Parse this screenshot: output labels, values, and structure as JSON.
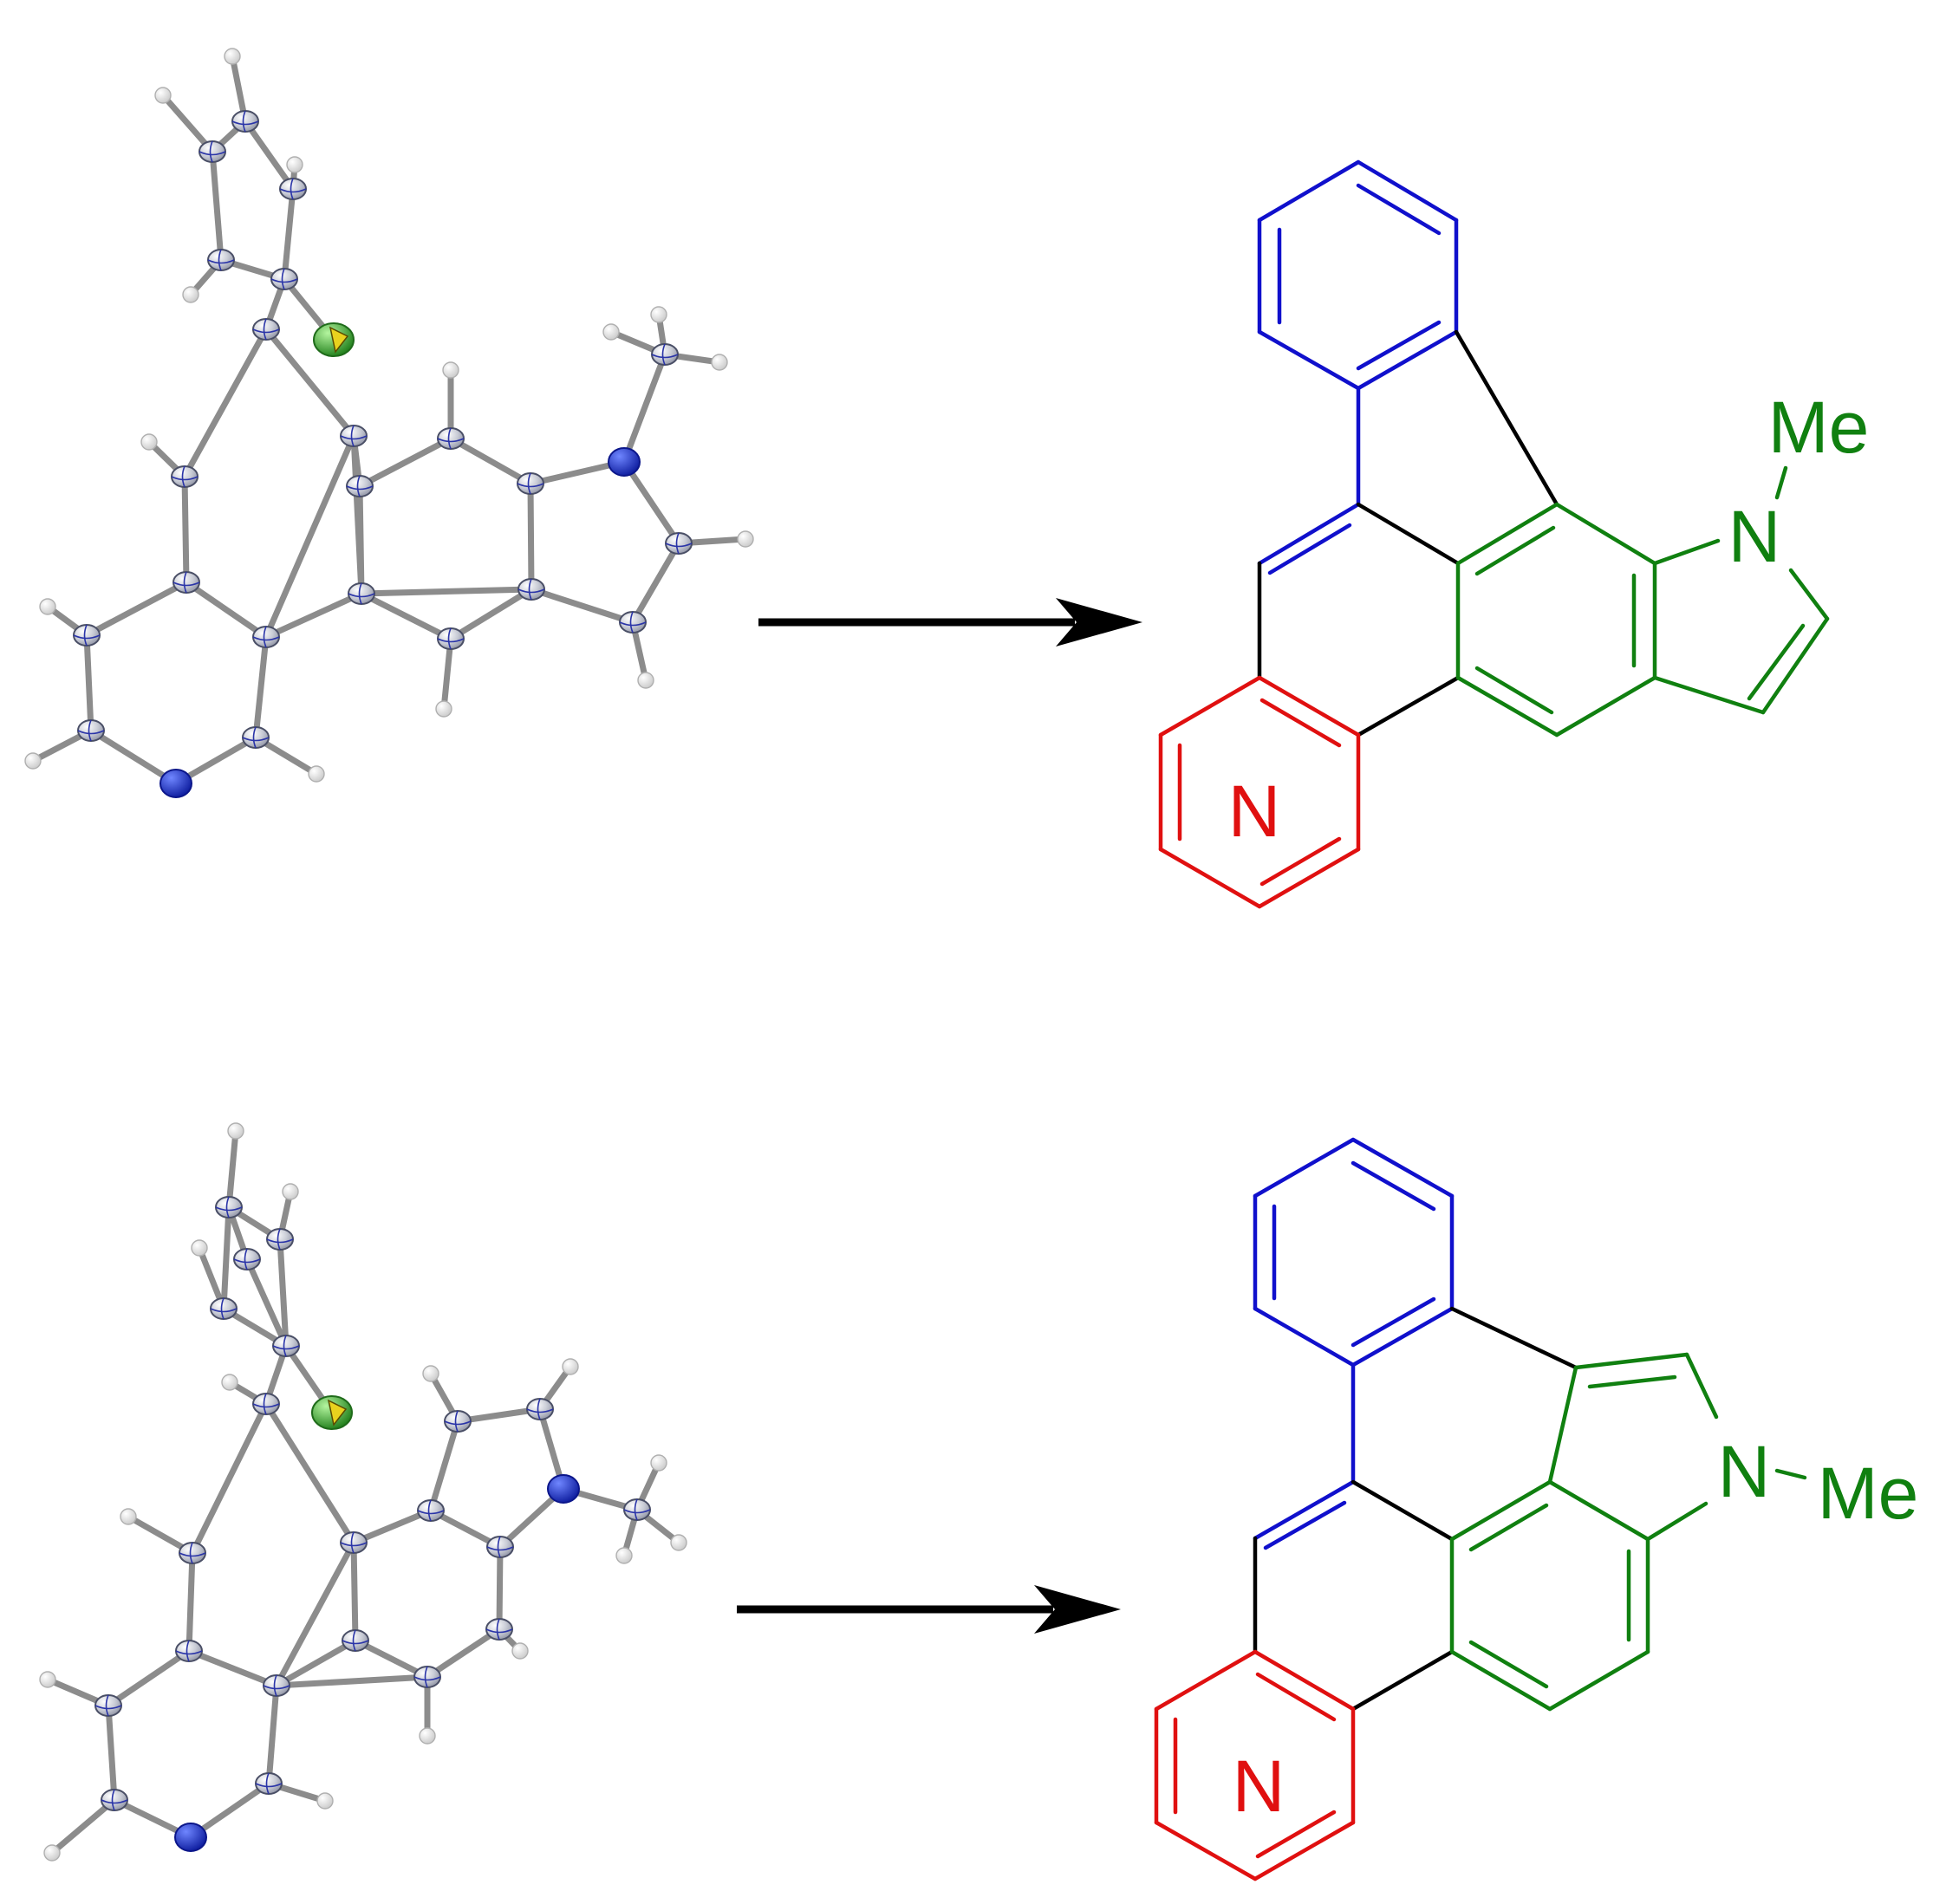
{
  "colors": {
    "red": "#e01010",
    "blue": "#1010cc",
    "green": "#108010",
    "black": "#000000",
    "nitrogen_3d": "#1a2fd4",
    "chlorine_3d": "#35b32c"
  },
  "top": {
    "label_N_pyridine": "N",
    "label_N_pyrrole": "N",
    "label_Me": "Me"
  },
  "bottom": {
    "label_N_pyridine": "N",
    "label_N_pyrrole": "N",
    "label_Me": "Me"
  }
}
